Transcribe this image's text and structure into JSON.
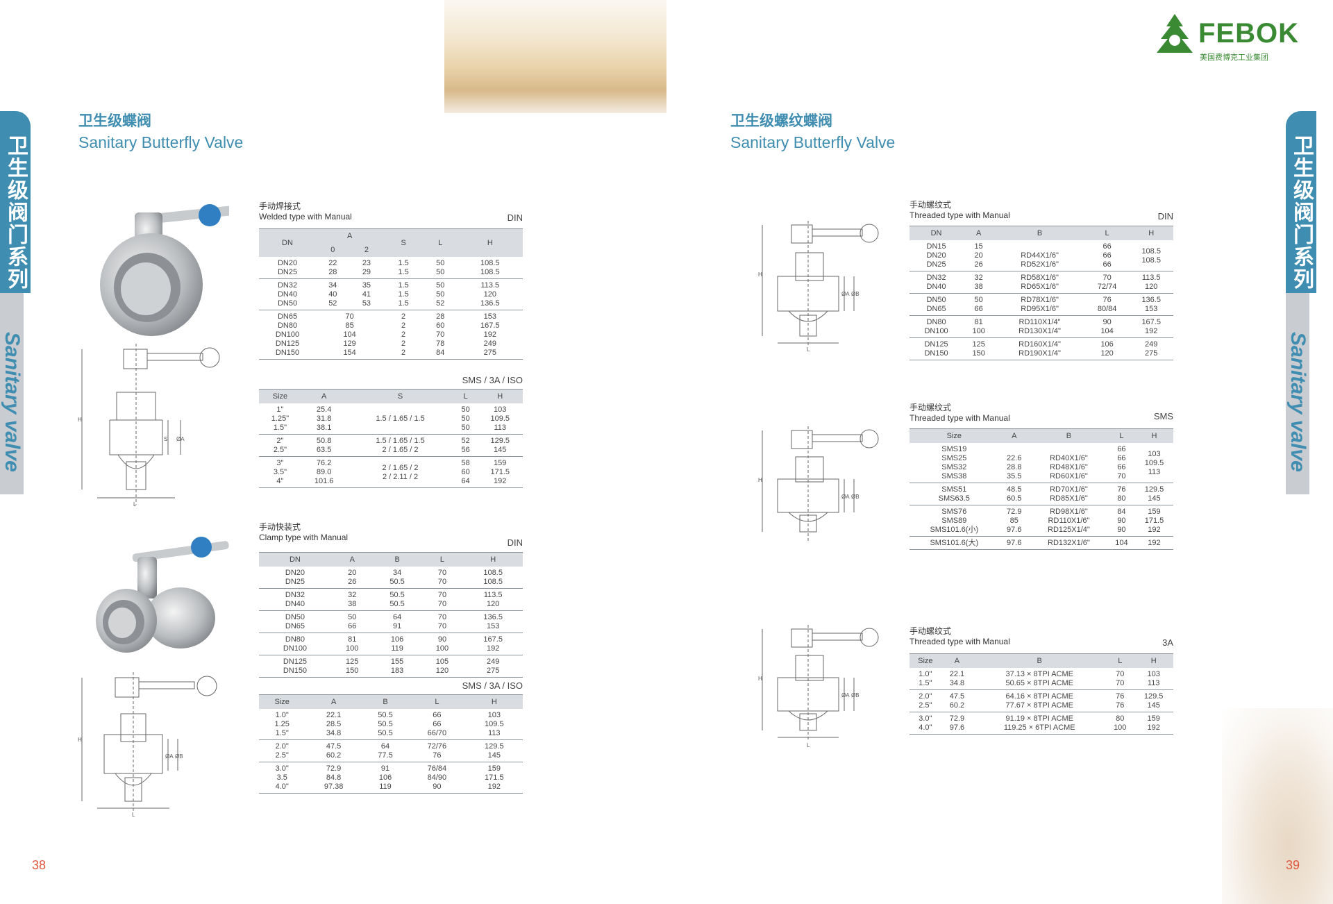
{
  "brand": {
    "name": "FEBOK",
    "subtitle": "美国费博克工业集团"
  },
  "side_tab": {
    "cn": "卫生级阀门系列",
    "en": "Sanitary valve"
  },
  "left_page": {
    "title_cn": "卫生级蝶阀",
    "title_en": "Sanitary Butterfly Valve",
    "page_number": "38"
  },
  "right_page": {
    "title_cn": "卫生级螺纹蝶阀",
    "title_en": "Sanitary Butterfly Valve",
    "page_number": "39"
  },
  "tables": {
    "welded_din": {
      "label_cn": "手动焊接式",
      "label_en": "Welded type with Manual",
      "standard": "DIN",
      "header_top": [
        "DN",
        "A",
        "S",
        "L",
        "H"
      ],
      "header_sub": [
        "0",
        "2"
      ],
      "groups": [
        [
          [
            "DN20",
            "22",
            "23",
            "1.5",
            "50",
            "108.5"
          ],
          [
            "DN25",
            "28",
            "29",
            "1.5",
            "50",
            "108.5"
          ]
        ],
        [
          [
            "DN32",
            "34",
            "35",
            "1.5",
            "50",
            "113.5"
          ],
          [
            "DN40",
            "40",
            "41",
            "1.5",
            "50",
            "120"
          ],
          [
            "DN50",
            "52",
            "53",
            "1.5",
            "52",
            "136.5"
          ]
        ],
        [
          [
            "DN65",
            "70",
            "",
            "2",
            "28",
            "153"
          ],
          [
            "DN80",
            "85",
            "",
            "2",
            "60",
            "167.5"
          ],
          [
            "DN100",
            "104",
            "",
            "2",
            "70",
            "192"
          ],
          [
            "DN125",
            "129",
            "",
            "2",
            "78",
            "249"
          ],
          [
            "DN150",
            "154",
            "",
            "2",
            "84",
            "275"
          ]
        ]
      ]
    },
    "welded_sms": {
      "standard": "SMS / 3A / ISO",
      "header": [
        "Size",
        "A",
        "S",
        "L",
        "H"
      ],
      "groups": [
        {
          "size": "1\"\n1.25\"\n1.5\"",
          "a": "25.4\n31.8\n38.1",
          "s": "1.5 / 1.65 / 1.5",
          "l": "50\n50\n50",
          "h": "103\n109.5\n113"
        },
        {
          "size": "2\"\n2.5\"",
          "a": "50.8\n63.5",
          "s": "1.5 / 1.65 / 1.5\n2 / 1.65 / 2",
          "l": "52\n56",
          "h": "129.5\n145"
        },
        {
          "size": "3\"\n3.5\"\n4\"",
          "a": "76.2\n89.0\n101.6",
          "s": "2 / 1.65 / 2\n2 / 2.11 / 2",
          "l": "58\n60\n64",
          "h": "159\n171.5\n192"
        }
      ]
    },
    "clamp_din": {
      "label_cn": "手动快装式",
      "label_en": "Clamp type with Manual",
      "standard": "DIN",
      "header": [
        "DN",
        "A",
        "B",
        "L",
        "H"
      ],
      "groups": [
        [
          [
            "DN20",
            "20",
            "34",
            "70",
            "108.5"
          ],
          [
            "DN25",
            "26",
            "50.5",
            "70",
            "108.5"
          ]
        ],
        [
          [
            "DN32",
            "32",
            "50.5",
            "70",
            "113.5"
          ],
          [
            "DN40",
            "38",
            "50.5",
            "70",
            "120"
          ]
        ],
        [
          [
            "DN50",
            "50",
            "64",
            "70",
            "136.5"
          ],
          [
            "DN65",
            "66",
            "91",
            "70",
            "153"
          ]
        ],
        [
          [
            "DN80",
            "81",
            "106",
            "90",
            "167.5"
          ],
          [
            "DN100",
            "100",
            "119",
            "100",
            "192"
          ]
        ],
        [
          [
            "DN125",
            "125",
            "155",
            "105",
            "249"
          ],
          [
            "DN150",
            "150",
            "183",
            "120",
            "275"
          ]
        ]
      ]
    },
    "clamp_sms": {
      "standard": "SMS / 3A / ISO",
      "header": [
        "Size",
        "A",
        "B",
        "L",
        "H"
      ],
      "groups": [
        [
          [
            "1.0\"",
            "22.1",
            "50.5",
            "66",
            "103"
          ],
          [
            "1.25",
            "28.5",
            "50.5",
            "66",
            "109.5"
          ],
          [
            "1.5\"",
            "34.8",
            "50.5",
            "66/70",
            "113"
          ]
        ],
        [
          [
            "2.0\"",
            "47.5",
            "64",
            "72/76",
            "129.5"
          ],
          [
            "2.5\"",
            "60.2",
            "77.5",
            "76",
            "145"
          ]
        ],
        [
          [
            "3.0\"",
            "72.9",
            "91",
            "76/84",
            "159"
          ],
          [
            "3.5",
            "84.8",
            "106",
            "84/90",
            "171.5"
          ],
          [
            "4.0\"",
            "97.38",
            "119",
            "90",
            "192"
          ]
        ]
      ]
    },
    "threaded_din": {
      "label_cn": "手动螺纹式",
      "label_en": "Threaded type with Manual",
      "standard": "DIN",
      "header": [
        "DN",
        "A",
        "B",
        "L",
        "H"
      ],
      "groups": [
        {
          "dn": "DN15\nDN20\nDN25",
          "a": "15\n20\n26",
          "b": "\nRD44X1/6\"\nRD52X1/6\"",
          "l": "66\n66\n66",
          "h": "108.5\n108.5"
        },
        {
          "dn": "DN32\nDN40",
          "a": "32\n38",
          "b": "RD58X1/6\"\nRD65X1/6\"",
          "l": "70\n72/74",
          "h": "113.5\n120"
        },
        {
          "dn": "DN50\nDN65",
          "a": "50\n66",
          "b": "RD78X1/6\"\nRD95X1/6\"",
          "l": "76\n80/84",
          "h": "136.5\n153"
        },
        {
          "dn": "DN80\nDN100",
          "a": "81\n100",
          "b": "RD110X1/4\"\nRD130X1/4\"",
          "l": "90\n104",
          "h": "167.5\n192"
        },
        {
          "dn": "DN125\nDN150",
          "a": "125\n150",
          "b": "RD160X1/4\"\nRD190X1/4\"",
          "l": "106\n120",
          "h": "249\n275"
        }
      ]
    },
    "threaded_sms": {
      "label_cn": "手动螺纹式",
      "label_en": "Threaded type with Manual",
      "standard": "SMS",
      "header": [
        "Size",
        "A",
        "B",
        "L",
        "H"
      ],
      "groups": [
        {
          "size": "SMS19\nSMS25\nSMS32\nSMS38",
          "a": "\n22.6\n28.8\n35.5",
          "b": "\nRD40X1/6\"\nRD48X1/6\"\nRD60X1/6\"",
          "l": "66\n66\n66\n70",
          "h": "103\n109.5\n113"
        },
        {
          "size": "SMS51\nSMS63.5",
          "a": "48.5\n60.5",
          "b": "RD70X1/6\"\nRD85X1/6\"",
          "l": "76\n80",
          "h": "129.5\n145"
        },
        {
          "size": "SMS76\nSMS89\nSMS101.6(小)",
          "a": "72.9\n85\n97.6",
          "b": "RD98X1/6\"\nRD110X1/6\"\nRD125X1/4\"",
          "l": "84\n90\n90",
          "h": "159\n171.5\n192"
        },
        {
          "size": "SMS101.6(大)",
          "a": "97.6",
          "b": "RD132X1/6\"",
          "l": "104",
          "h": "192"
        }
      ]
    },
    "threaded_3a": {
      "label_cn": "手动螺纹式",
      "label_en": "Threaded type with Manual",
      "standard": "3A",
      "header": [
        "Size",
        "A",
        "B",
        "L",
        "H"
      ],
      "groups": [
        [
          [
            "1.0\"",
            "22.1",
            "37.13 × 8TPI ACME",
            "70",
            "103"
          ],
          [
            "1.5\"",
            "34.8",
            "50.65 × 8TPI ACME",
            "70",
            "113"
          ]
        ],
        [
          [
            "2.0\"",
            "47.5",
            "64.16 × 8TPI ACME",
            "76",
            "129.5"
          ],
          [
            "2.5\"",
            "60.2",
            "77.67 × 8TPI ACME",
            "76",
            "145"
          ]
        ],
        [
          [
            "3.0\"",
            "72.9",
            "91.19 × 8TPI ACME",
            "80",
            "159"
          ],
          [
            "4.0\"",
            "97.6",
            "119.25 × 6TPI ACME",
            "100",
            "192"
          ]
        ]
      ]
    }
  },
  "drawing_labels": {
    "h": "H",
    "s": "S",
    "a": "ØA",
    "b": "ØB",
    "l": "L"
  }
}
